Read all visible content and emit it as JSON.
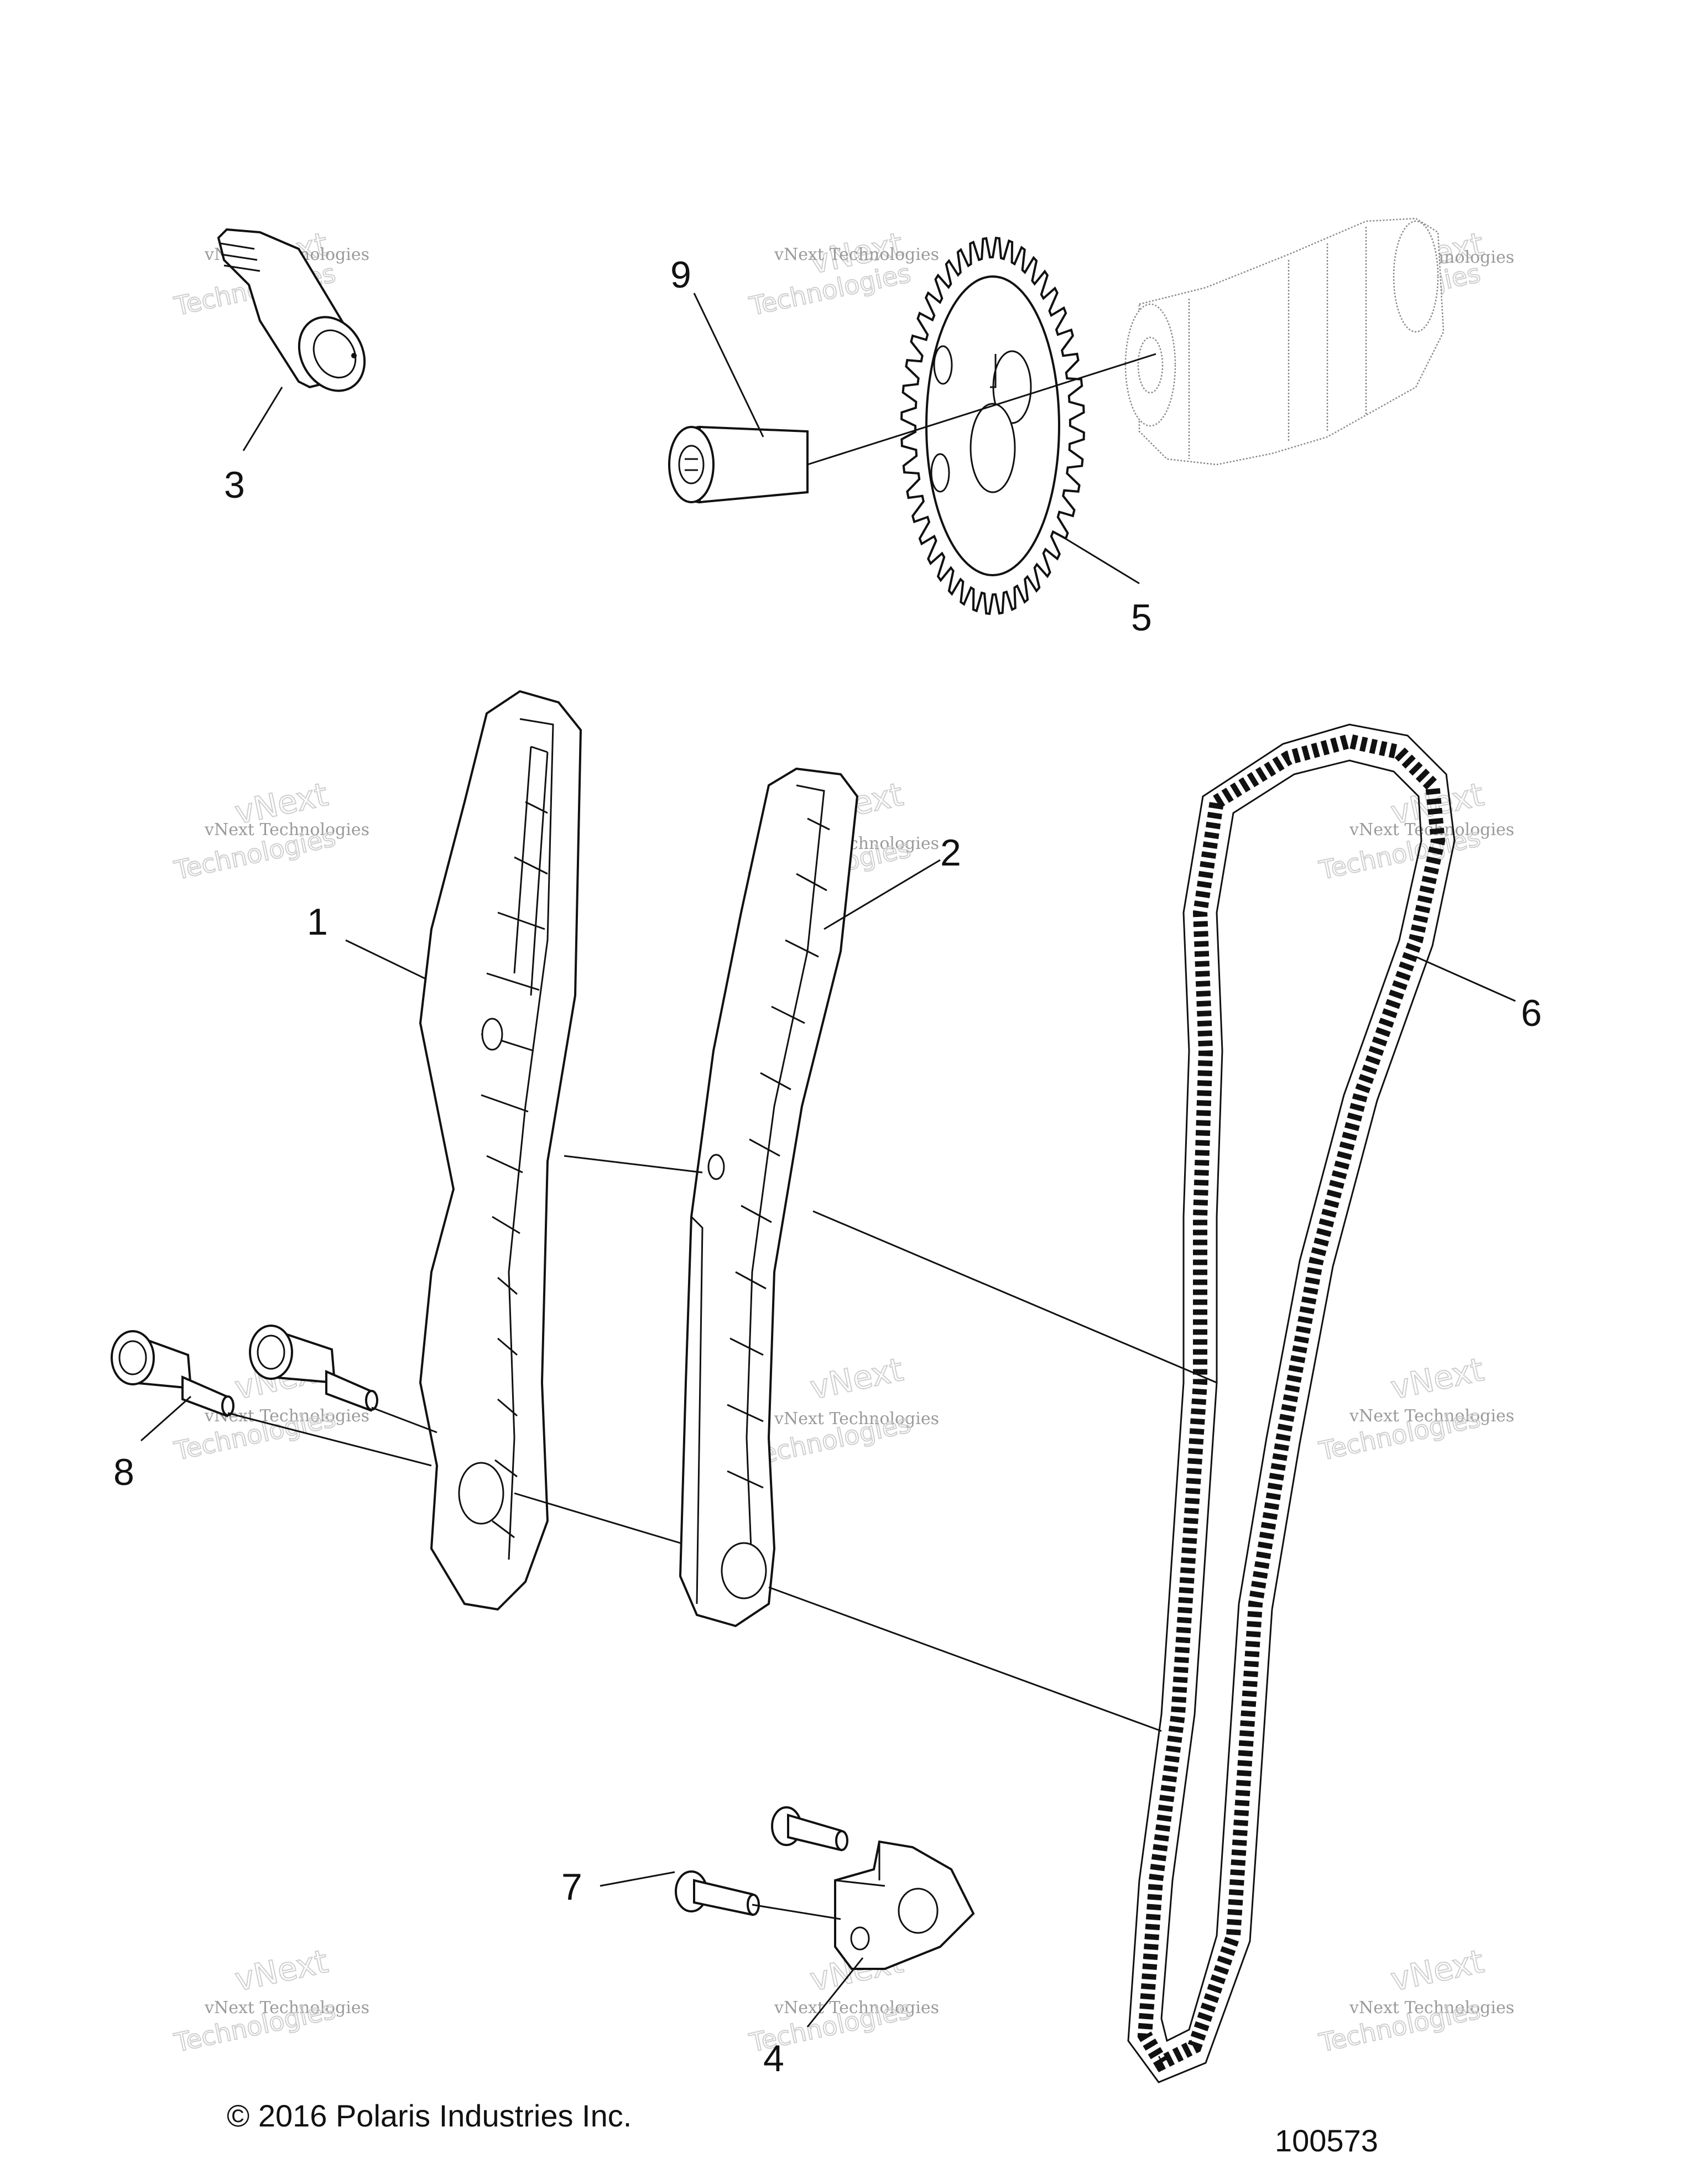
{
  "callouts": {
    "c1": "1",
    "c2": "2",
    "c3": "3",
    "c4": "4",
    "c5": "5",
    "c6": "6",
    "c7": "7",
    "c8": "8",
    "c9": "9"
  },
  "footer": {
    "copyright": "© 2016 Polaris Industries Inc.",
    "figure_number": "100573"
  },
  "watermark": {
    "brand": "vNext",
    "company": "vNext Technologies",
    "word": "Technologies"
  },
  "colors": {
    "line": "#111111",
    "watermark": "#cfcfcf"
  }
}
